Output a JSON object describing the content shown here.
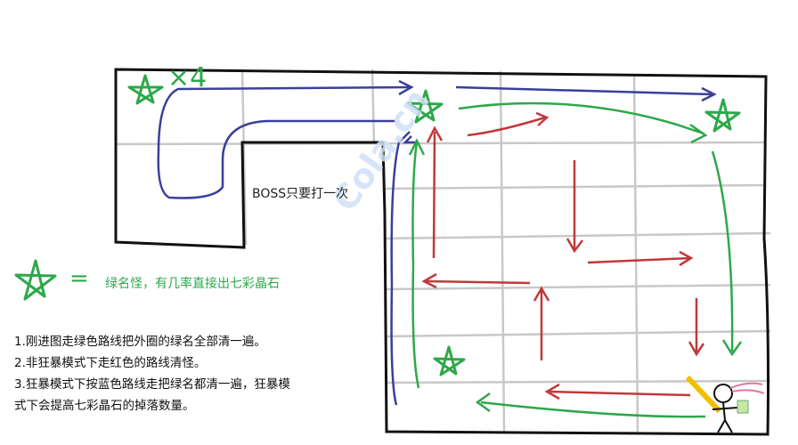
{
  "map": {
    "star_count_label": "×4",
    "boss_note": "BOSS只要打一次"
  },
  "legend": {
    "equals": "=",
    "description": "绿名怪，有几率直接出七彩晶石"
  },
  "instructions": [
    "1.刚进图走绿色路线把外圈的绿名全部清一遍。",
    "2.非狂暴模式下走红色的路线清怪。",
    "3.狂暴模式下按蓝色路线走把绿名都清一遍，狂暴模",
    "式下会提高七彩晶石的掉落数量。"
  ],
  "watermark": "Cola.cn",
  "colors": {
    "green_route": "#2da84a",
    "red_route": "#c0393b",
    "blue_route": "#3a3f9c",
    "grid": "#c8c8c8",
    "outline": "#111111"
  }
}
